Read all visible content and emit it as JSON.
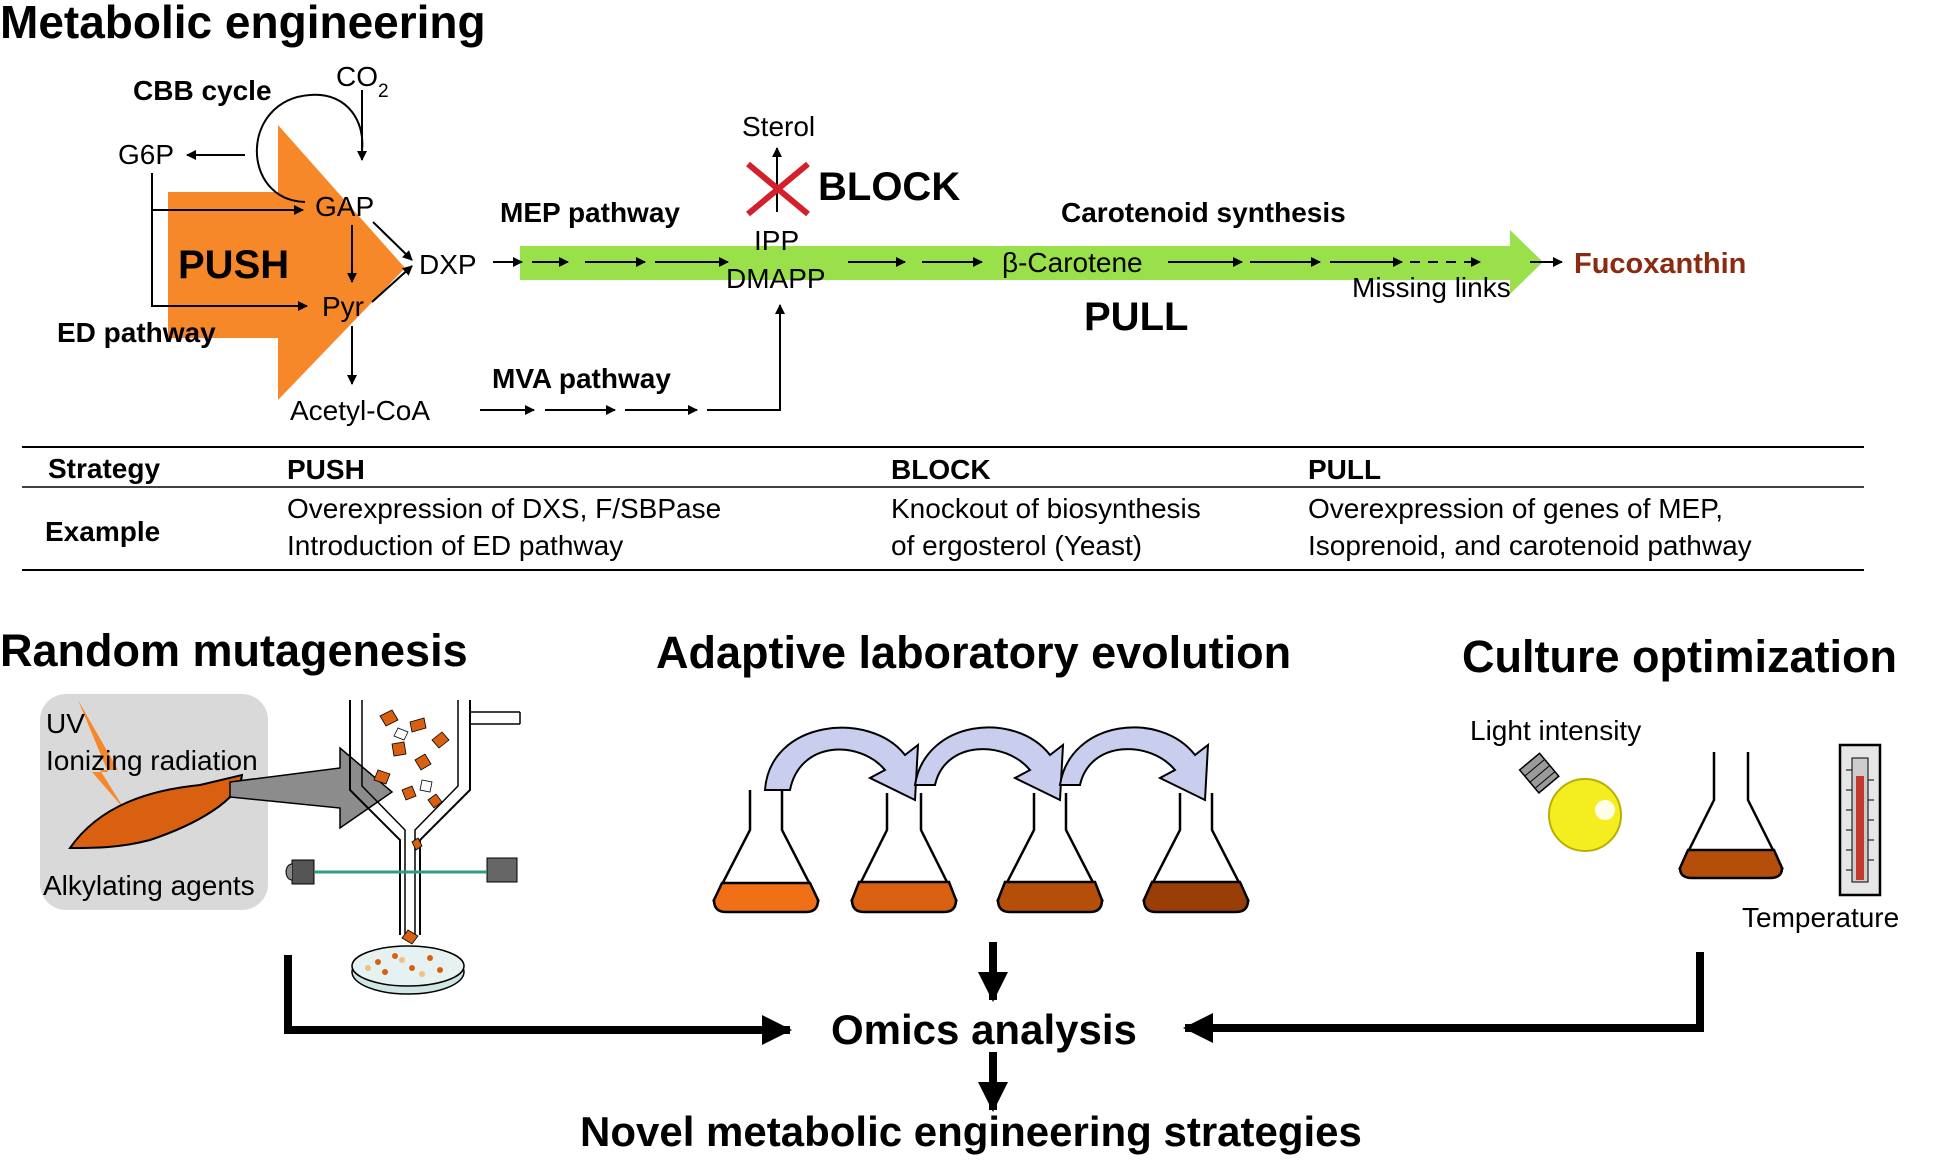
{
  "titles": {
    "metabolic_engineering": "Metabolic engineering",
    "random_mutagenesis": "Random mutagenesis",
    "adaptive_evolution": "Adaptive laboratory evolution",
    "culture_optimization": "Culture optimization"
  },
  "pathway": {
    "cbb_cycle": "CBB cycle",
    "co2": "CO",
    "co2_sub": "2",
    "g6p": "G6P",
    "gap": "GAP",
    "push": "PUSH",
    "pyr": "Pyr",
    "ed_pathway": "ED pathway",
    "acetyl_coa": "Acetyl-CoA",
    "dxp": "DXP",
    "mep_pathway": "MEP pathway",
    "mva_pathway": "MVA pathway",
    "sterol": "Sterol",
    "block": "BLOCK",
    "ipp": "IPP",
    "dmapp": "DMAPP",
    "carotenoid_synthesis": "Carotenoid synthesis",
    "beta_carotene": "β-Carotene",
    "missing_links": "Missing links",
    "pull": "PULL",
    "fucoxanthin": "Fucoxanthin"
  },
  "table": {
    "row_strategy": "Strategy",
    "row_example": "Example",
    "push_header": "PUSH",
    "block_header": "BLOCK",
    "pull_header": "PULL",
    "push_line1": "Overexpression of DXS, F/SBPase",
    "push_line2": "Introduction of ED pathway",
    "block_line1": "Knockout of biosynthesis",
    "block_line2": "of ergosterol (Yeast)",
    "pull_line1": "Overexpression of genes of MEP,",
    "pull_line2": "Isoprenoid, and carotenoid pathway"
  },
  "mutagenesis": {
    "uv": "UV",
    "ionizing": "Ionizing radiation",
    "alkylating": "Alkylating agents"
  },
  "culture": {
    "light_intensity": "Light intensity",
    "temperature": "Temperature"
  },
  "bottom": {
    "omics": "Omics analysis",
    "novel": "Novel metabolic engineering strategies"
  },
  "colors": {
    "push_orange": "#f7882a",
    "pull_green": "#99e04a",
    "block_red": "#d4202a",
    "fucoxanthin": "#8b2a0e",
    "flask_liquid_1": "#f07018",
    "flask_liquid_2": "#d86010",
    "flask_liquid_3": "#b54e0a",
    "flask_liquid_4": "#9a3e08",
    "evolution_arrow": "#c9cdee",
    "bulb_yellow": "#f4ee21"
  },
  "icons": [
    "cell-icon",
    "flow-cytometer-icon",
    "petri-dish-icon",
    "flask-icon",
    "light-bulb-icon",
    "thermometer-icon"
  ]
}
